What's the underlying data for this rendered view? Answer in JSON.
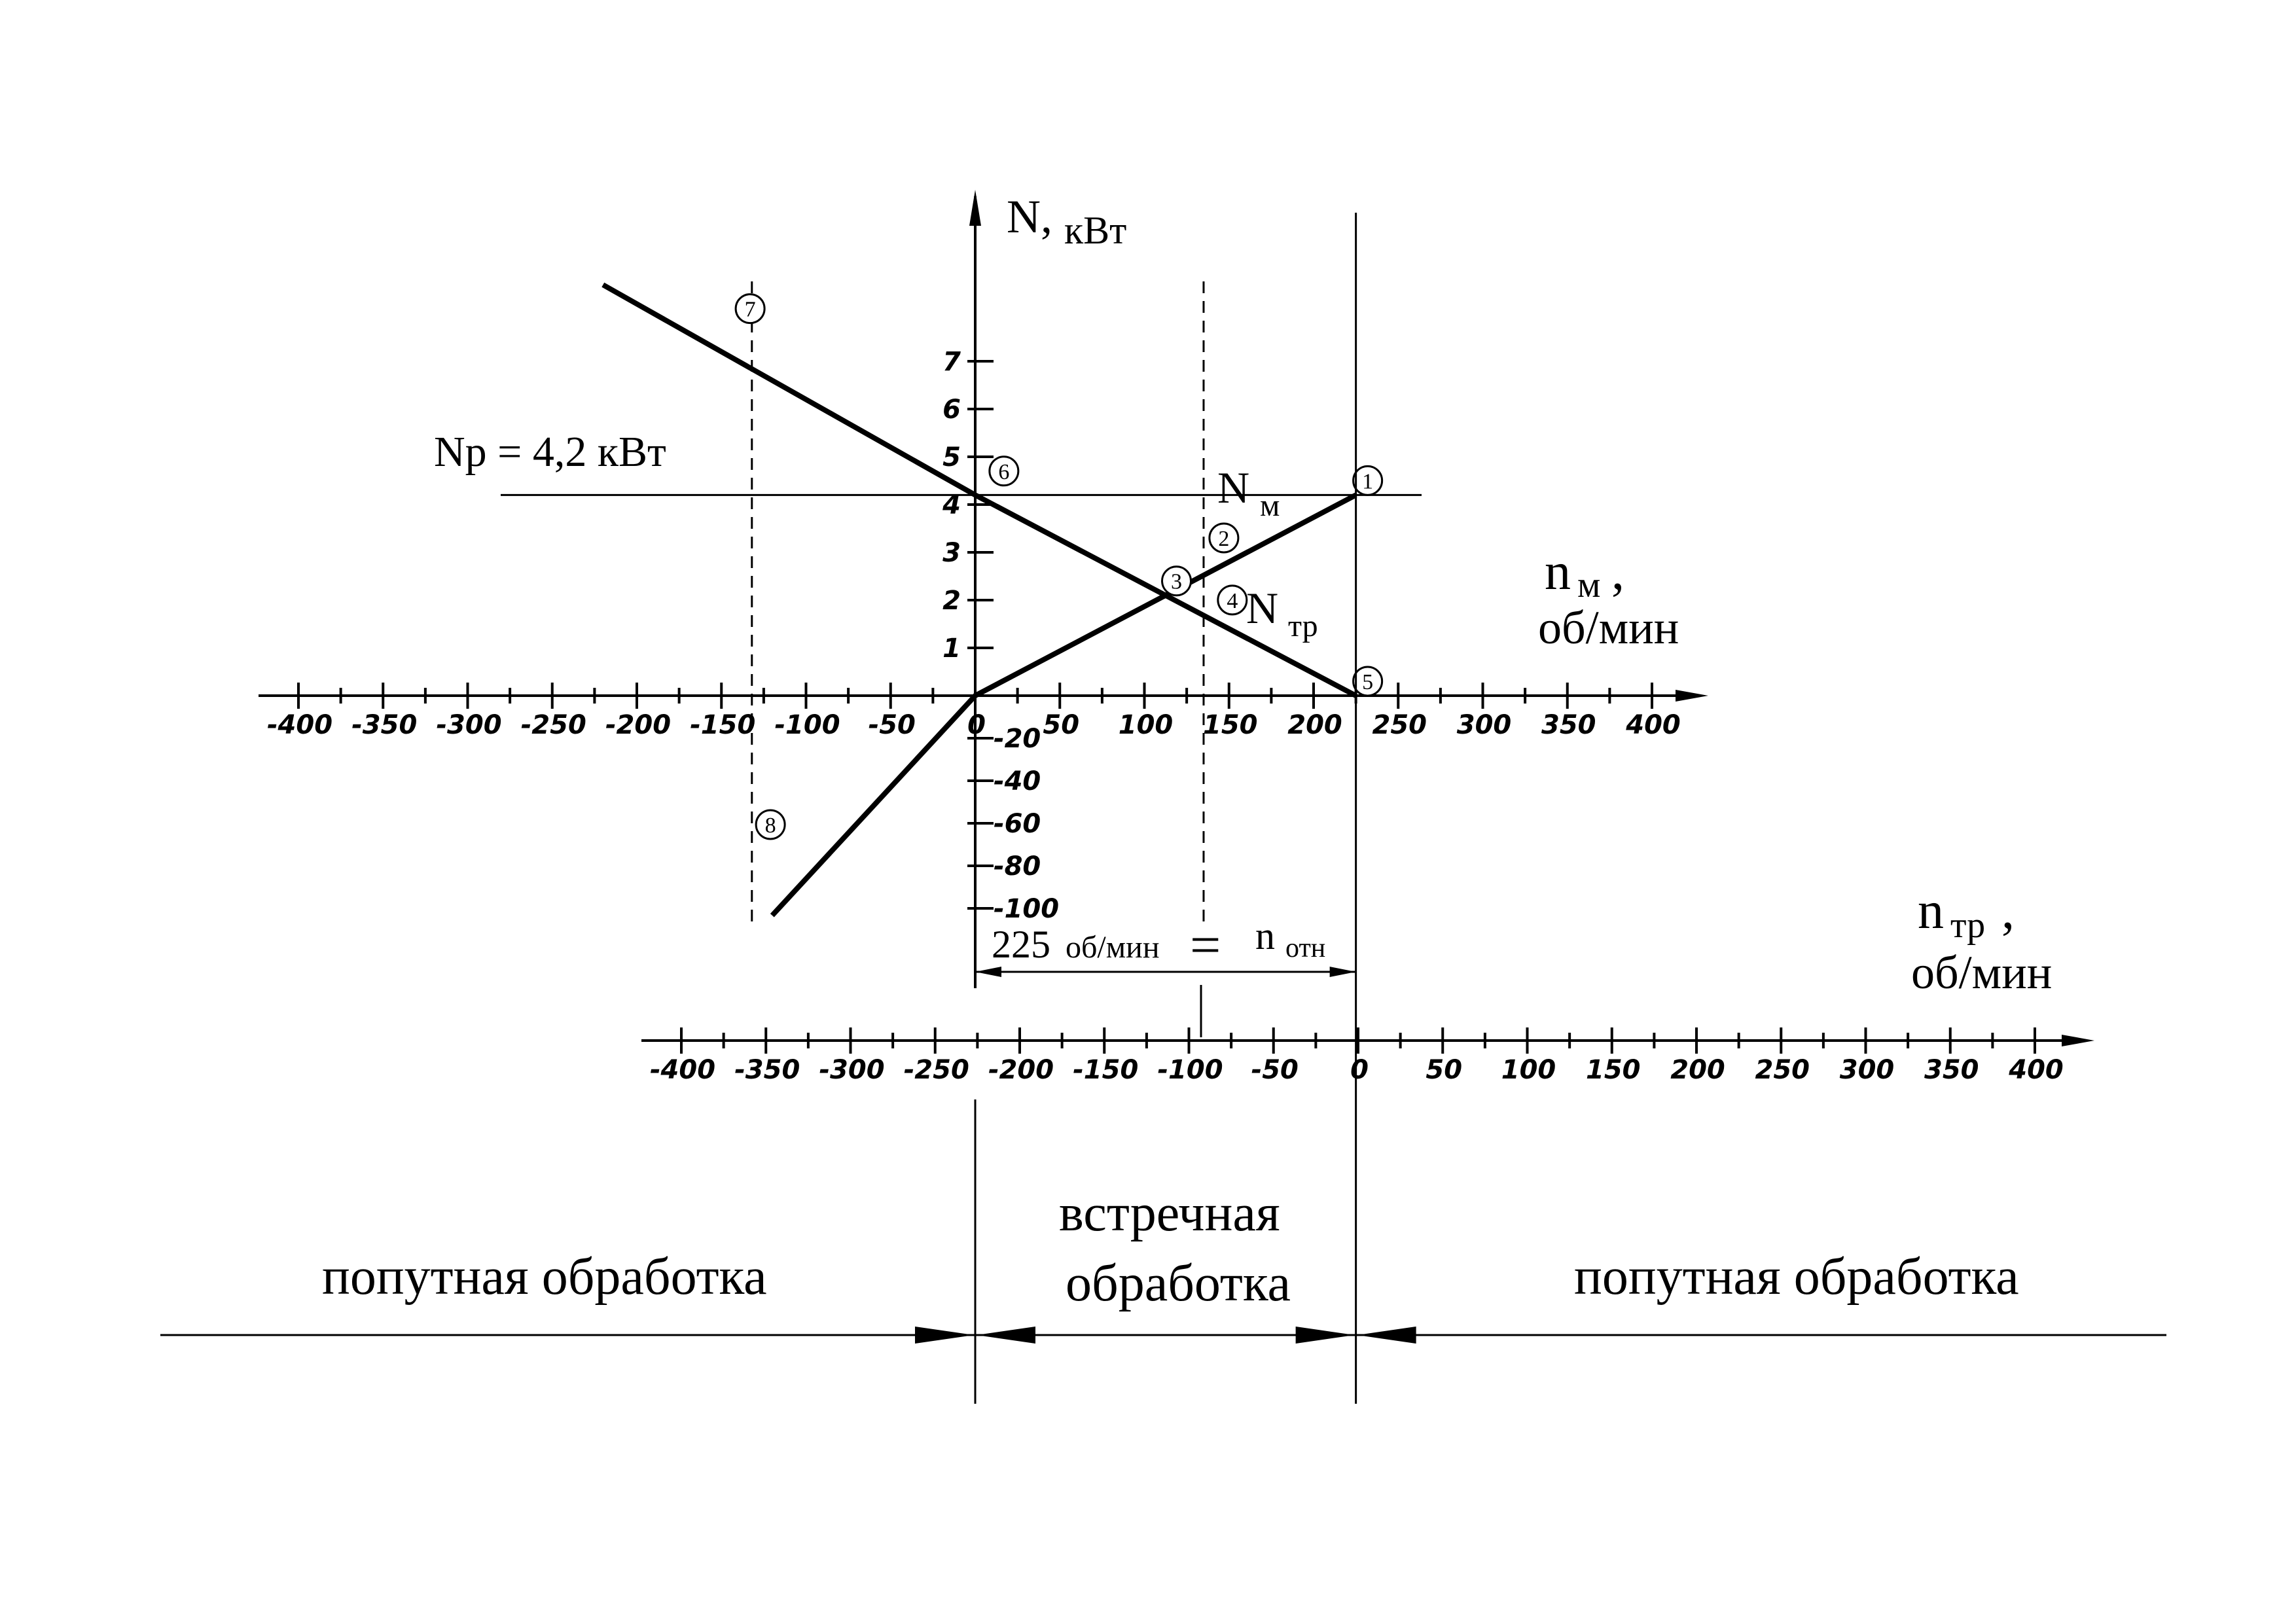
{
  "chart_data": {
    "type": "line",
    "y_axis": {
      "label": "N,",
      "unit": "кВт",
      "ticks_pos": [
        "1",
        "2",
        "3",
        "4",
        "5",
        "6",
        "7"
      ],
      "ticks_neg": [
        "-20",
        "-40",
        "-60",
        "-80",
        "-100"
      ]
    },
    "x_axis_m": {
      "label": "n",
      "label_sub": "м",
      "label_tail": ",",
      "unit": "об/мин",
      "ticks": [
        "-400",
        "-350",
        "-300",
        "-250",
        "-200",
        "-150",
        "-100",
        "-50",
        "0",
        "50",
        "100",
        "150",
        "200",
        "250",
        "300",
        "350",
        "400"
      ]
    },
    "x_axis_tr": {
      "label": "n",
      "label_sub": "тр",
      "label_tail": ",",
      "unit": "об/мин",
      "ticks": [
        "-400",
        "-350",
        "-300",
        "-250",
        "-200",
        "-150",
        "-100",
        "-50",
        "0",
        "50",
        "100",
        "150",
        "200",
        "250",
        "300",
        "350",
        "400"
      ]
    },
    "series": [
      {
        "name": "N",
        "name_sub": "м",
        "x": [
          -120,
          0,
          225
        ],
        "y": [
          -4.6,
          0,
          4.2
        ]
      },
      {
        "name": "N",
        "name_sub": "тр",
        "x": [
          -220,
          0,
          225
        ],
        "y": [
          8.6,
          4.2,
          0
        ]
      }
    ],
    "np_line": {
      "label": "Nр = 4,2 кВт",
      "y": 4.2
    },
    "n_otn": {
      "value_text": "225",
      "value_unit": "об/мин",
      "equals": "=",
      "label": "n",
      "label_sub": "отн",
      "value": 225
    },
    "points": [
      {
        "id": "1",
        "x": 225,
        "y": 4.2
      },
      {
        "id": "2",
        "x": 140,
        "y": 3.0
      },
      {
        "id": "3",
        "x": 112,
        "y": 2.1
      },
      {
        "id": "4",
        "x": 145,
        "y": 1.7
      },
      {
        "id": "5",
        "x": 225,
        "y": 0
      },
      {
        "id": "6",
        "x": 10,
        "y": 4.4
      },
      {
        "id": "7",
        "x": -140,
        "y": 7.8
      },
      {
        "id": "8",
        "x": -128,
        "y": -3.0
      }
    ],
    "dashed_x": [
      -132,
      135
    ]
  },
  "zones": {
    "left": "попутная обработка",
    "middle_1": "встречная",
    "middle_2": "обработка",
    "right": "попутная обработка"
  }
}
